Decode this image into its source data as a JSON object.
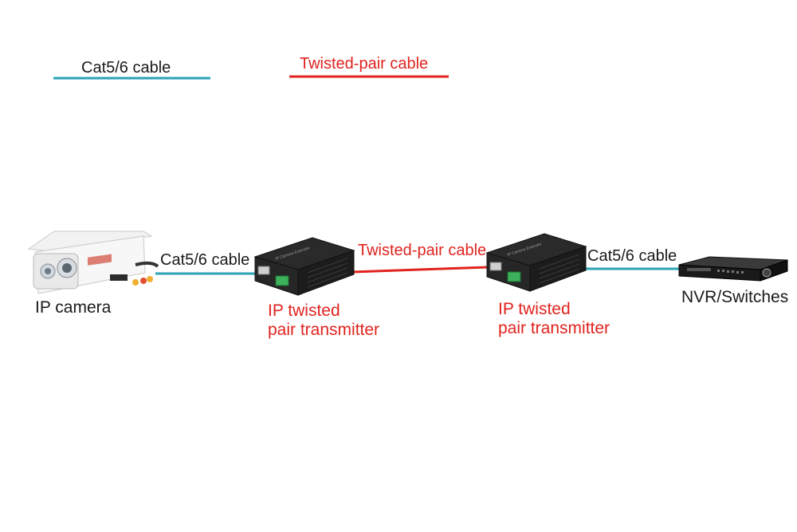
{
  "legend": {
    "cat_label": "Cat5/6 cable",
    "cat_color": "#2aa3b5",
    "tp_label": "Twisted-pair cable",
    "tp_color": "#e0231e"
  },
  "nodes": {
    "camera_label": "IP camera",
    "transmitter_1": {
      "line1": "IP twisted",
      "line2": "pair transmitter"
    },
    "transmitter_2": {
      "line1": "IP twisted",
      "line2": "pair transmitter"
    },
    "nvr_label": "NVR/Switches"
  },
  "links": {
    "camera_to_tx1": "Cat5/6 cable",
    "tx1_to_tx2": "Twisted-pair cable",
    "tx2_to_nvr": "Cat5/6 cable"
  },
  "icons": [
    "ip-camera-icon",
    "transmitter-icon",
    "nvr-icon"
  ]
}
